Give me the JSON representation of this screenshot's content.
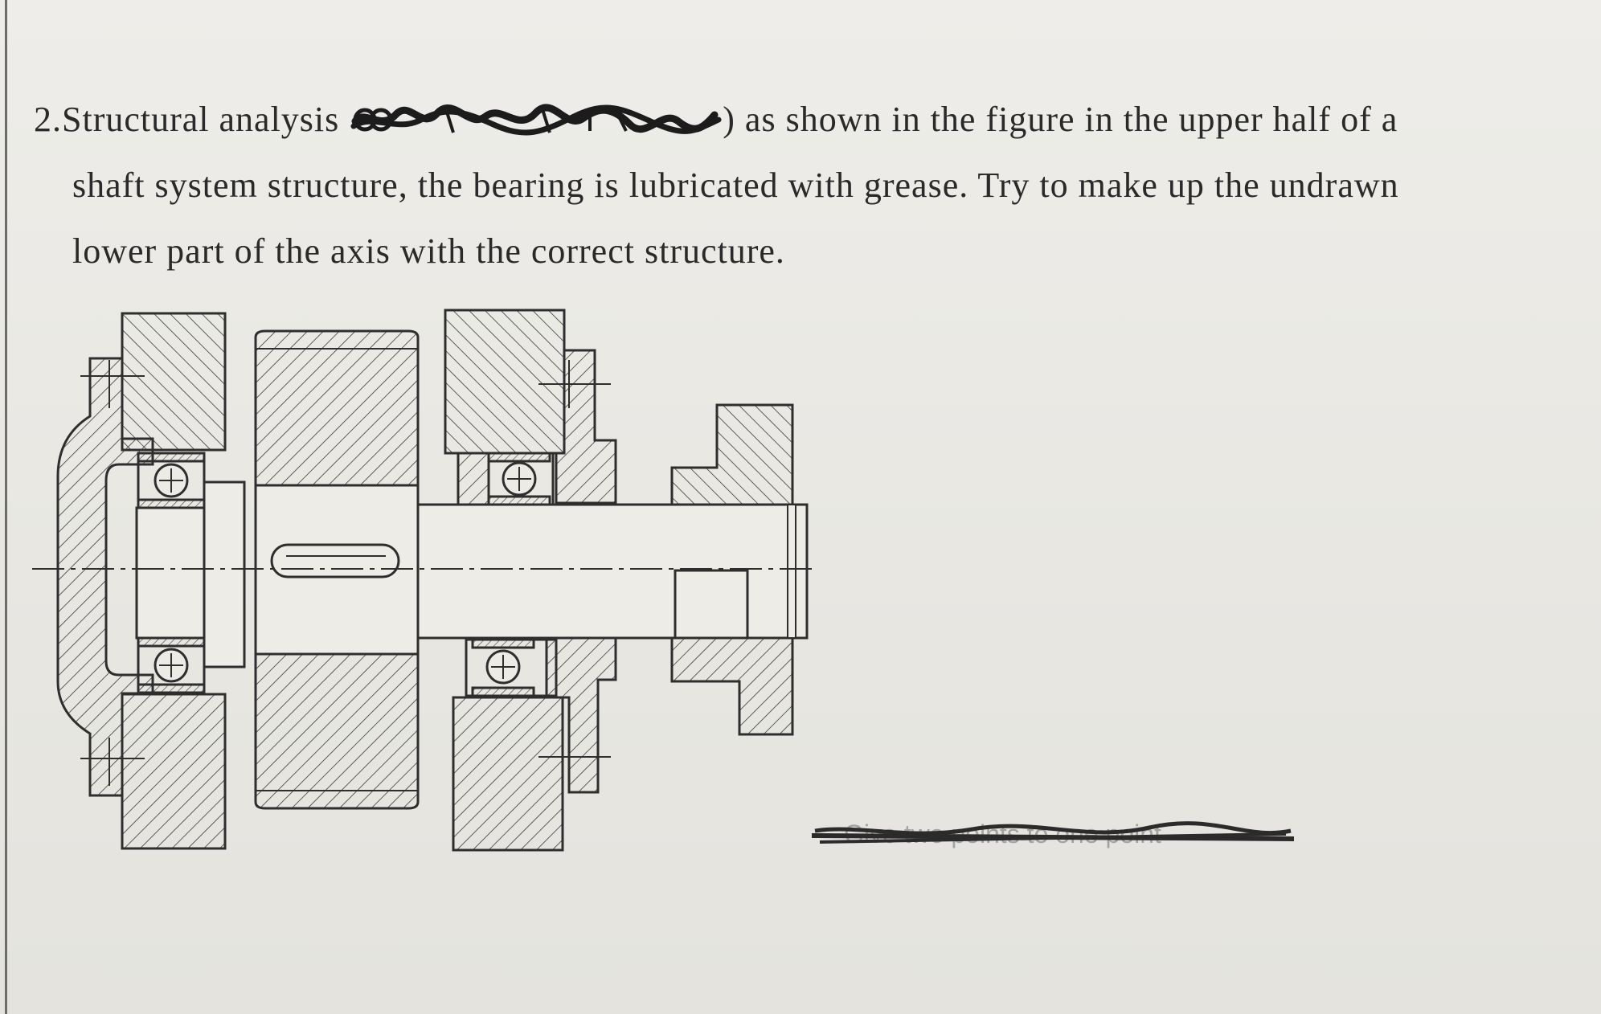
{
  "question": {
    "number_label": "2.Structural analysis",
    "line1_after": ") as shown in the figure in the upper half of a",
    "line2": "shaft system structure, the bearing is lubricated with grease. Try to make up the undrawn",
    "line3": "lower part of the axis with the correct structure."
  },
  "struck_note": "Give two points to one point",
  "colors": {
    "ink": "#2a2a2a",
    "paper": "#eeede9",
    "scribble": "#1c1c1c"
  }
}
